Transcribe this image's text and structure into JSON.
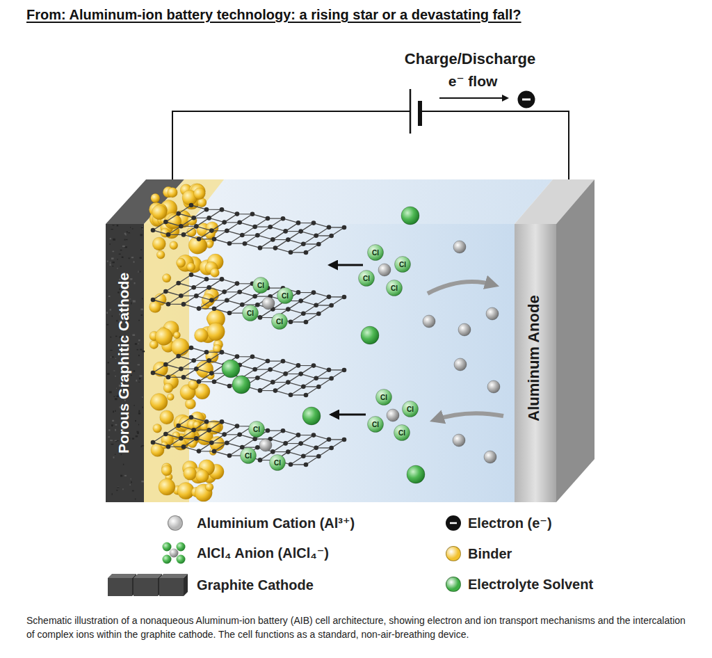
{
  "diagram": {
    "title": "From: Aluminum-ion battery technology: a rising star or a devastating fall?",
    "caption": "Schematic illustration of a nonaqueous Aluminum-ion battery (AIB) cell architecture, showing electron and ion transport mechanisms and the intercalation of complex ions within the graphite cathode. The cell functions as a standard, non-air-breathing device.",
    "nodes": [
      {
        "text": [
          "Porous Graphitic Cathode"
        ]
      },
      {
        "text": [
          "Aluminum Anode"
        ]
      }
    ],
    "edges": [
      {
        "from": 0,
        "to": 1,
        "arrow": "none"
      }
    ],
    "labels": [
      "Charge/Discharge",
      "e⁻ flow",
      "Cl",
      "Cl",
      "Cl",
      "Cl",
      "Cl",
      "Cl",
      "Cl",
      "Cl",
      "Cl",
      "Cl",
      "Cl",
      "Cl",
      "Cl",
      "Cl",
      "Cl"
    ],
    "legend": [
      {
        "text": "Aluminium Cation (Al³⁺)",
        "color": "#b5b5b5"
      },
      {
        "text": "AlCl₄ Anion (AlCl₄⁻)"
      },
      {
        "text": "Graphite Cathode"
      },
      {
        "text": "Electron (e⁻)"
      },
      {
        "text": "Binder",
        "color": "#f2c12e"
      },
      {
        "text": "Electrolyte Solvent",
        "color": "#3fae45"
      }
    ]
  }
}
